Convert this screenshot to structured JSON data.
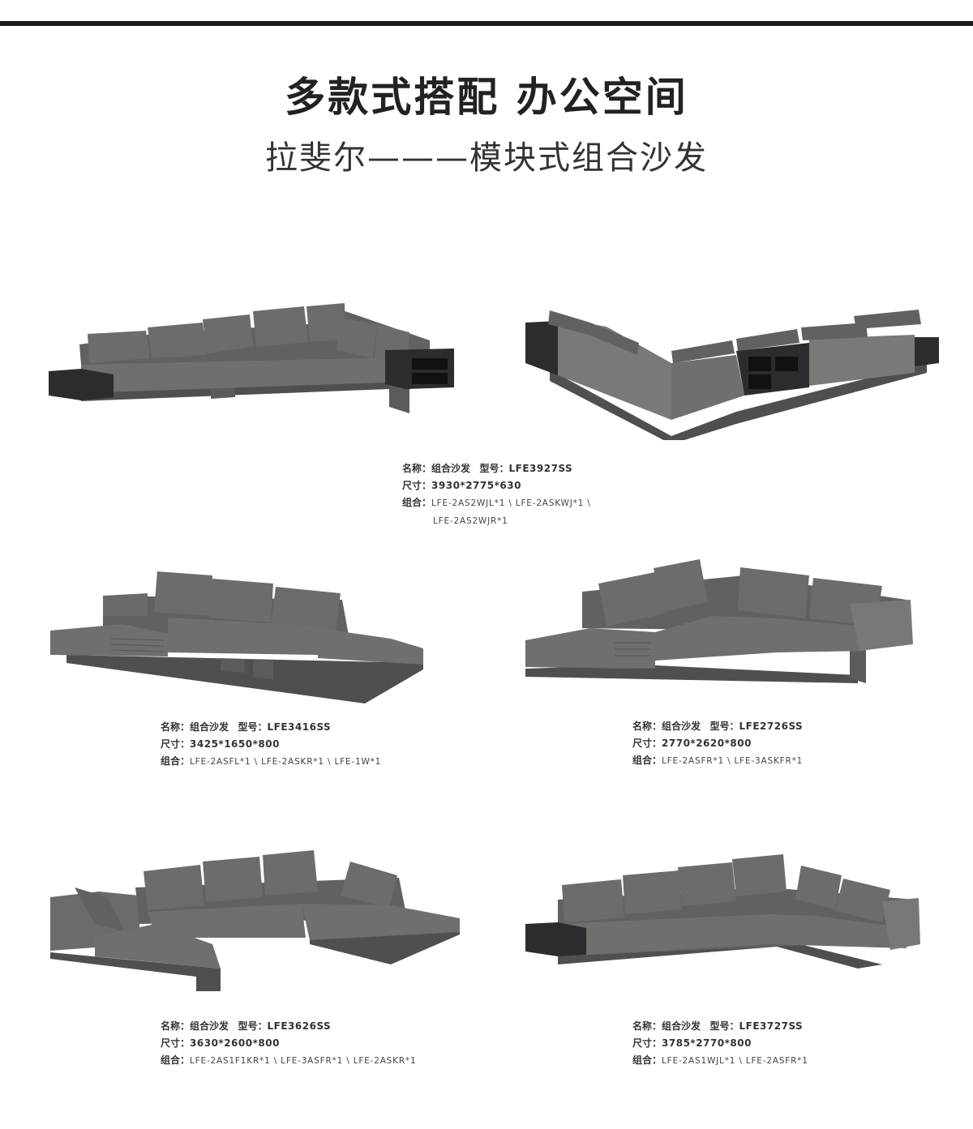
{
  "header": {
    "title": "多款式搭配 办公空间",
    "subtitle": "拉斐尔———模块式组合沙发"
  },
  "colors": {
    "leather": "#6d706c",
    "leather_dark": "#585b58",
    "base": "#4e504e",
    "shelf": "#2b2c2e",
    "bar": "#1a1a1a"
  },
  "products": [
    {
      "name_label": "名称：",
      "name": "组合沙发",
      "model_label": "型号：",
      "model": "LFE3927SS",
      "size_label": "尺寸：",
      "size": "3930*2775*630",
      "combo_label": "组合：",
      "combo": "LFE-2AS2WJL*1 \\ LFE-2ASKWJ*1 \\",
      "combo2": "LFE-2AS2WJR*1"
    },
    {
      "name_label": "名称：",
      "name": "组合沙发",
      "model_label": "型号：",
      "model": "LFE3416SS",
      "size_label": "尺寸：",
      "size": "3425*1650*800",
      "combo_label": "组合：",
      "combo": "LFE-2ASFL*1 \\ LFE-2ASKR*1 \\ LFE-1W*1"
    },
    {
      "name_label": "名称：",
      "name": "组合沙发",
      "model_label": "型号：",
      "model": "LFE2726SS",
      "size_label": "尺寸：",
      "size": "2770*2620*800",
      "combo_label": "组合：",
      "combo": "LFE-2ASFR*1 \\ LFE-3ASKFR*1"
    },
    {
      "name_label": "名称：",
      "name": "组合沙发",
      "model_label": "型号：",
      "model": "LFE3626SS",
      "size_label": "尺寸：",
      "size": "3630*2600*800",
      "combo_label": "组合：",
      "combo": "LFE-2AS1F1KR*1 \\ LFE-3ASFR*1 \\ LFE-2ASKR*1"
    },
    {
      "name_label": "名称：",
      "name": "组合沙发",
      "model_label": "型号：",
      "model": "LFE3727SS",
      "size_label": "尺寸：",
      "size": "3785*2770*800",
      "combo_label": "组合：",
      "combo": "LFE-2AS1WJL*1 \\ LFE-2ASFR*1"
    }
  ]
}
